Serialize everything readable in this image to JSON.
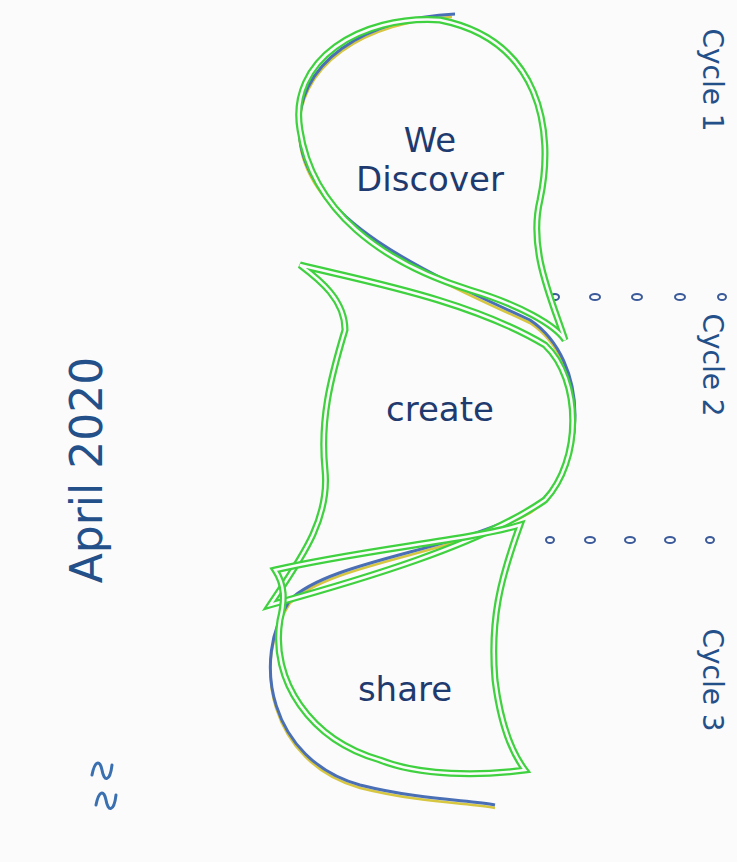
{
  "diagram": {
    "nodes": [
      {
        "text": [
          "We Discover"
        ]
      },
      {
        "text": [
          "create"
        ]
      },
      {
        "text": [
          "share"
        ]
      }
    ],
    "labels": [
      "Cycle 1",
      "Cycle 2",
      "Cycle 3",
      "April 2020"
    ]
  }
}
